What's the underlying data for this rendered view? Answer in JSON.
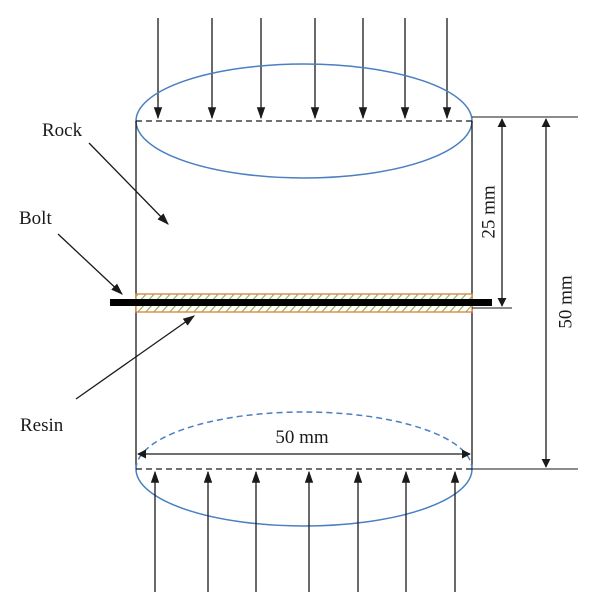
{
  "labels": {
    "rock": "Rock",
    "bolt": "Bolt",
    "resin": "Resin"
  },
  "dimensions": {
    "half_height": "25 mm",
    "full_height": "50 mm",
    "diameter": "50 mm"
  },
  "colors": {
    "ellipse": "#4a7fc1",
    "resin_border": "#e07b39",
    "resin_hatch": "#8ab04a",
    "bolt": "#000000",
    "line": "#1a1a1a"
  }
}
